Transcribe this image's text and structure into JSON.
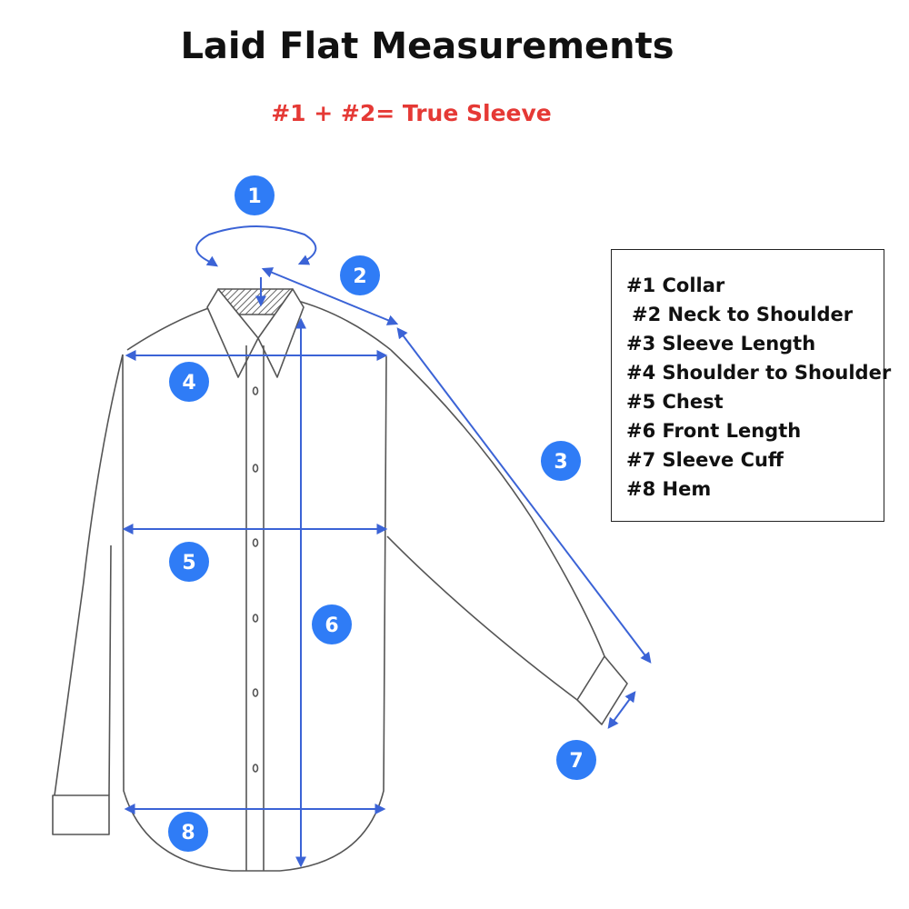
{
  "title": "Laid Flat Measurements",
  "subtitle": "#1 + #2= True Sleeve",
  "colors": {
    "subtitle": "#e53935",
    "badge": "#2f7cf6",
    "measure_line": "#3b63d6",
    "shirt_outline": "#555555"
  },
  "badges": [
    "1",
    "2",
    "3",
    "4",
    "5",
    "6",
    "7",
    "8"
  ],
  "legend": {
    "items": [
      "#1 Collar",
      "#2  Neck to Shoulder",
      "#3 Sleeve Length",
      "#4  Shoulder to Shoulder",
      "#5 Chest",
      "#6  Front Length",
      "#7  Sleeve Cuff",
      "#8 Hem"
    ]
  }
}
